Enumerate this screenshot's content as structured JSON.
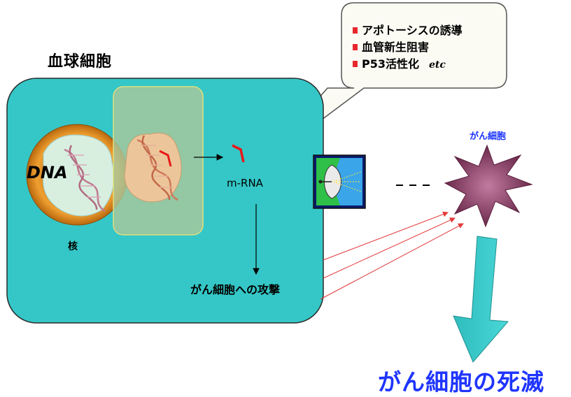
{
  "labels": {
    "cell_title": "血球細胞",
    "dna": "DNA",
    "nucleus": "核",
    "mrna": "m-RNA",
    "attack": "がん細胞への攻撃",
    "cancer_cell": "がん細胞",
    "cancer_death": "がん細胞の死滅"
  },
  "bubble": {
    "items": [
      "アポトーシスの誘導",
      "血管新生阻害",
      "P53活性化"
    ],
    "etc": "etc"
  },
  "colors": {
    "cell": "#35c7c7",
    "nucleus_ring": "#e08a1e",
    "chromatin": "#ebc89a",
    "transfer_panel": "#9fbf8f",
    "bullet": "#e8262d",
    "cancer_cell": "#7a3a5a",
    "down_arrow": "#35c7c7",
    "title_blue": "#1f35ff"
  }
}
